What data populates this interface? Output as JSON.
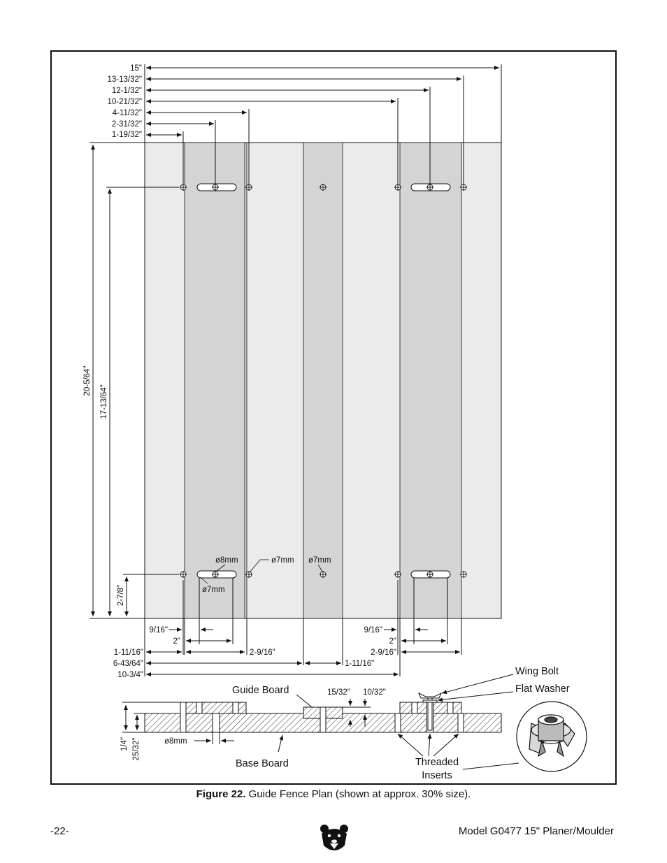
{
  "figure": {
    "caption_label": "Figure 22.",
    "caption_text": " Guide Fence Plan (shown at approx. 30% size).",
    "top_dims": [
      "15\"",
      "13-13/32\"",
      "12-1/32\"",
      "10-21/32\"",
      "4-11/32\"",
      "2-31/32\"",
      "1-19/32\""
    ],
    "vertical_dims": {
      "overall": "20-5/64\"",
      "holes": "17-13/64\"",
      "bottom": "2-7/8\""
    },
    "holes": {
      "d8_label": "ø8mm",
      "d7_label_a": "ø7mm",
      "d7_label_b": "ø7mm",
      "d7_label_c": "ø7mm"
    },
    "bottom_left_dims": {
      "a": "9/16\"",
      "b": "2\"",
      "c": "1-11/16\"",
      "d": "2-9/16\"",
      "e": "6-43/64\"",
      "f": "1-11/16\"",
      "g": "10-3/4\""
    },
    "bottom_right_dims": {
      "a": "9/16\"",
      "b": "2\"",
      "c": "2-9/16\""
    },
    "section": {
      "guide_board": "Guide Board",
      "base_board": "Base Board",
      "wing_bolt": "Wing Bolt",
      "flat_washer": "Flat Washer",
      "threaded_inserts_1": "Threaded",
      "threaded_inserts_2": "Inserts",
      "d1": "15/32\"",
      "d2": "10/32\"",
      "t1": "1/4\"",
      "t2": "25/32\"",
      "bore": "ø8mm"
    }
  },
  "footer": {
    "page_number": "-22-",
    "model": "Model G0477 15\" Planer/Moulder"
  }
}
